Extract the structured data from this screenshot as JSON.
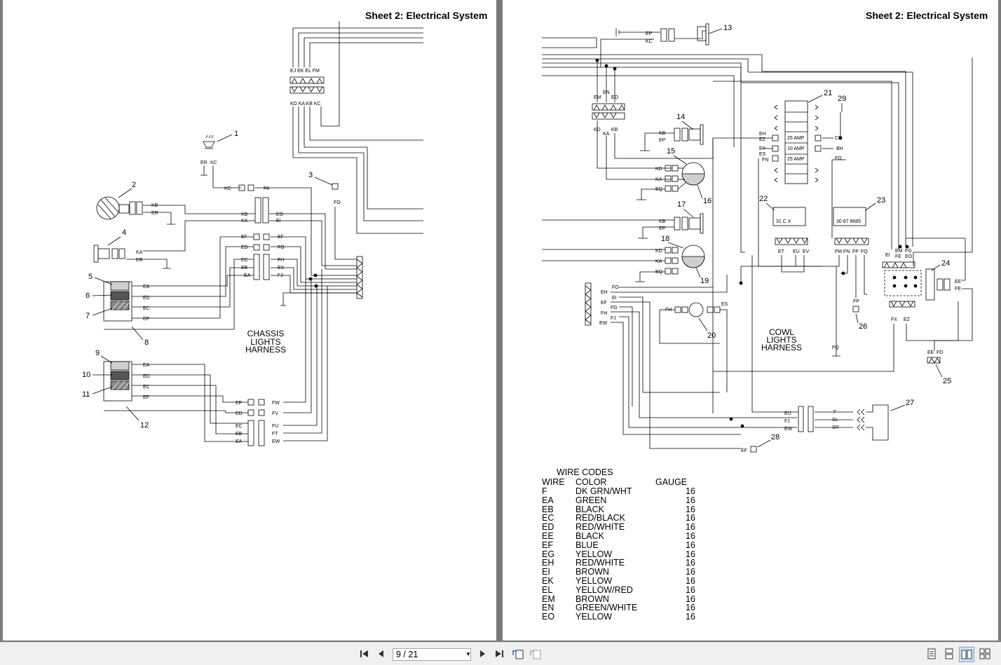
{
  "sheet_title": "Sheet 2: Electrical System",
  "left": {
    "harness_label": [
      "CHASSIS",
      "LIGHTS",
      "HARNESS"
    ],
    "callouts": [
      "1",
      "2",
      "3",
      "4",
      "5",
      "6",
      "7",
      "8",
      "9",
      "10",
      "11",
      "12"
    ],
    "wire_labels": {
      "top_connector_upper": [
        "EJ",
        "EK",
        "EL",
        "FM"
      ],
      "top_connector_lower": [
        "KD",
        "KA",
        "KB",
        "KC"
      ],
      "horn": [
        "ER",
        "KC"
      ],
      "kc_fa": [
        "KC",
        "FA"
      ],
      "fo": "FO",
      "beacon": [
        "KB",
        "ER"
      ],
      "mid_connector_left": [
        "KB",
        "KA"
      ],
      "mid_connector_right": [
        "EG",
        "EI"
      ],
      "item4": [
        "KA",
        "ER"
      ],
      "lamp1": [
        "EA",
        "ED",
        "EC",
        "EF"
      ],
      "lamp2": [
        "EA",
        "ED",
        "EC",
        "EF"
      ],
      "splice1_left": [
        "EF",
        "ED",
        "EC",
        "EB",
        "EA"
      ],
      "splice1_right": [
        "EF",
        "FG",
        "FH",
        "EX",
        "FJ"
      ],
      "splice2_left": [
        "EF",
        "ED",
        "EC",
        "EB",
        "EA"
      ],
      "splice2_right": [
        "FW",
        "FV",
        "FU",
        "FT",
        "EW"
      ]
    }
  },
  "right": {
    "harness_label": [
      "COWL",
      "LIGHTS",
      "HARNESS"
    ],
    "callouts": [
      "13",
      "14",
      "15",
      "16",
      "17",
      "18",
      "19",
      "20",
      "21",
      "22",
      "23",
      "24",
      "25",
      "26",
      "27",
      "28",
      "29"
    ],
    "fuses": [
      "25 AMP",
      "10 AMP",
      "25 AMP"
    ],
    "relay22_pins": "31    C    X",
    "relay23_pins": "30 87 8685",
    "wire_labels": {
      "item13": [
        "EP",
        "KC"
      ],
      "conn_top": [
        "EM",
        "EN",
        "EO"
      ],
      "conn_bottom": [
        "KD",
        "KA",
        "KB"
      ],
      "item14": [
        "KB",
        "EP"
      ],
      "item15": [
        "KD",
        "KA",
        "EQ"
      ],
      "item17": [
        "KB",
        "EP"
      ],
      "item18": [
        "KD",
        "KA",
        "EQ"
      ],
      "fuse_left": [
        "EH",
        "EZ",
        "EY",
        "ES",
        "FN"
      ],
      "fuse_right": [
        "CD",
        "BH",
        "FO"
      ],
      "relay22_out": [
        "ET",
        "EU",
        "EV"
      ],
      "relay23_out": [
        "FM",
        "FN",
        "FP",
        "FQ"
      ],
      "switch_top": [
        "EI",
        "EM",
        "FG",
        "FE",
        "EO"
      ],
      "switch_bottom": [
        "FX",
        "EZ"
      ],
      "item24": [
        "EE",
        "FE"
      ],
      "item25": [
        "EE",
        "FD"
      ],
      "item26": "FP",
      "fq": "FQ",
      "left_bundle": [
        "FO",
        "EH",
        "EI",
        "EF",
        "FG",
        "FH",
        "FJ",
        "EW"
      ],
      "item20": [
        "FH",
        "ES"
      ],
      "item27_left": [
        "EU",
        "FJ",
        "EW"
      ],
      "item27_right": [
        "F",
        "SL",
        "SR"
      ],
      "item28": "EF"
    },
    "wire_codes": {
      "title": "WIRE CODES",
      "headers": [
        "WIRE",
        "COLOR",
        "GAUGE"
      ],
      "rows": [
        [
          "F",
          "DK GRN/WHT",
          "16"
        ],
        [
          "EA",
          "GREEN",
          "16"
        ],
        [
          "EB",
          "BLACK",
          "16"
        ],
        [
          "EC",
          "RED/BLACK",
          "16"
        ],
        [
          "ED",
          "RED/WHITE",
          "16"
        ],
        [
          "EE",
          "BLACK",
          "16"
        ],
        [
          "EF",
          "BLUE",
          "16"
        ],
        [
          "EG",
          "YELLOW",
          "16"
        ],
        [
          "EH",
          "RED/WHITE",
          "16"
        ],
        [
          "EI",
          "BROWN",
          "16"
        ],
        [
          "EK",
          "YELLOW",
          "16"
        ],
        [
          "EL",
          "YELLOW/RED",
          "16"
        ],
        [
          "EM",
          "BROWN",
          "16"
        ],
        [
          "EN",
          "GREEN/WHITE",
          "16"
        ],
        [
          "EO",
          "YELLOW",
          "16"
        ]
      ]
    }
  },
  "toolbar": {
    "page_indicator": "9 / 21",
    "icons": [
      "first-page-icon",
      "prev-page-icon",
      "next-page-icon",
      "last-page-icon",
      "rotate-icon",
      "rotate-alt-icon",
      "single-page-icon",
      "continuous-icon",
      "two-page-icon",
      "two-page-continuous-icon"
    ]
  }
}
